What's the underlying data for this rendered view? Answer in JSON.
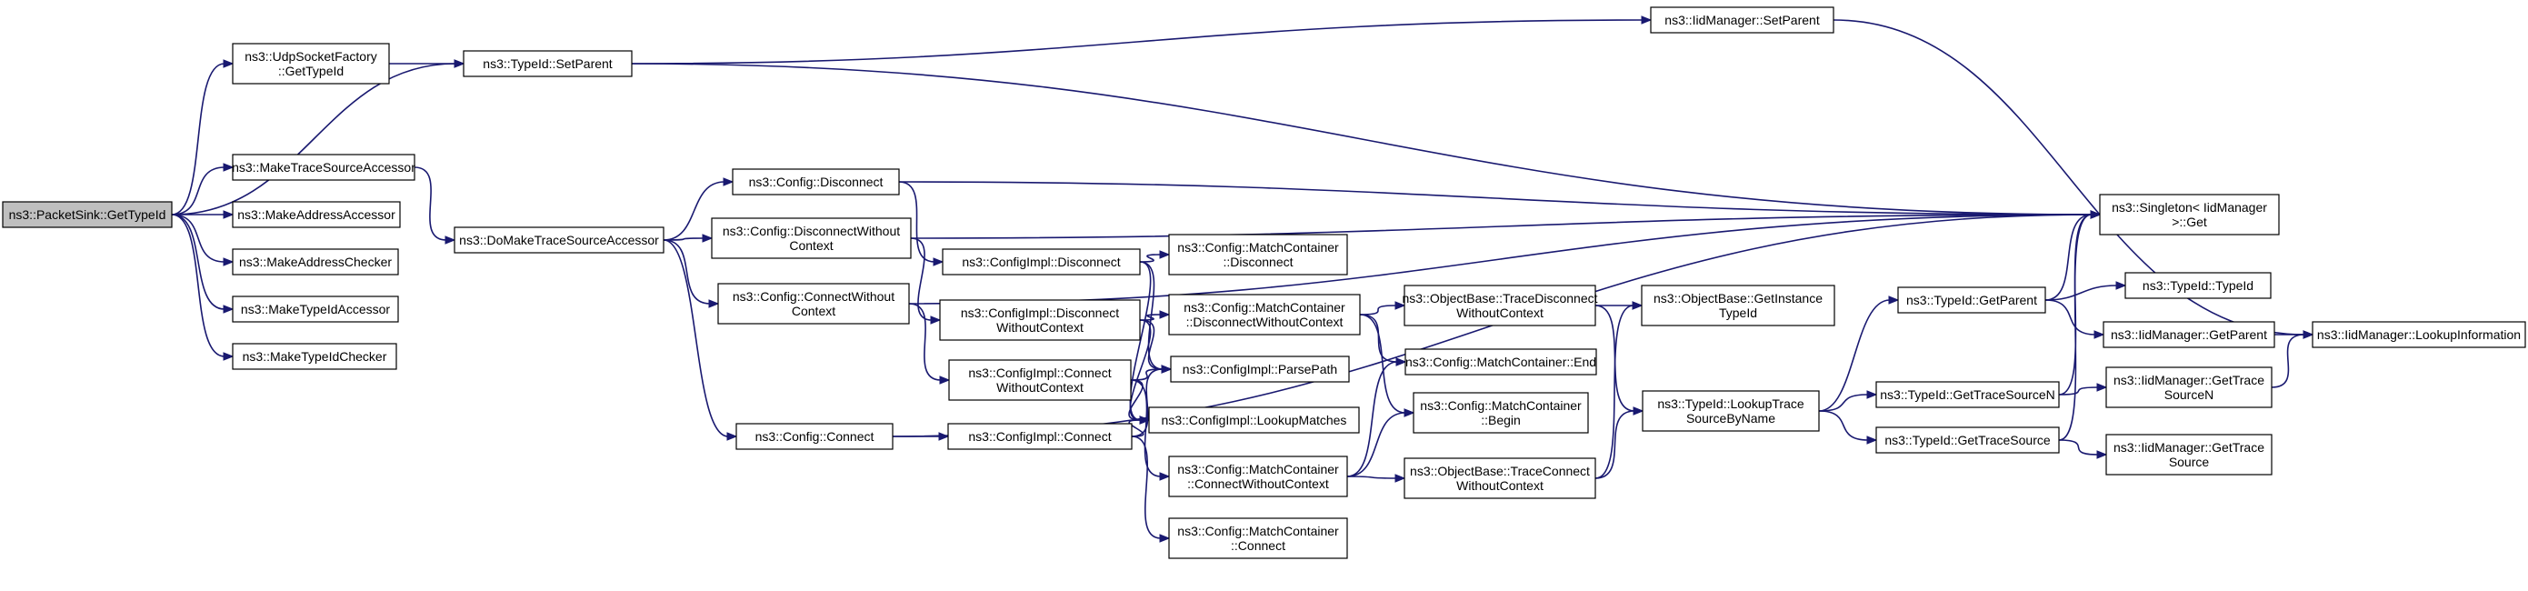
{
  "diagram": {
    "type": "call-graph",
    "nodes": [
      {
        "id": "ps_gettypeid",
        "lines": [
          "ns3::PacketSink::GetTypeId"
        ],
        "root": true
      },
      {
        "id": "udp_gettypeid",
        "lines": [
          "ns3::UdpSocketFactory",
          "::GetTypeId"
        ]
      },
      {
        "id": "make_trace",
        "lines": [
          "ns3::MakeTraceSourceAccessor"
        ]
      },
      {
        "id": "make_addr_acc",
        "lines": [
          "ns3::MakeAddressAccessor"
        ]
      },
      {
        "id": "make_addr_chk",
        "lines": [
          "ns3::MakeAddressChecker"
        ]
      },
      {
        "id": "make_tid_acc",
        "lines": [
          "ns3::MakeTypeIdAccessor"
        ]
      },
      {
        "id": "make_tid_chk",
        "lines": [
          "ns3::MakeTypeIdChecker"
        ]
      },
      {
        "id": "tid_setparent",
        "lines": [
          "ns3::TypeId::SetParent"
        ]
      },
      {
        "id": "do_make_trace",
        "lines": [
          "ns3::DoMakeTraceSourceAccessor"
        ]
      },
      {
        "id": "cfg_disconnect",
        "lines": [
          "ns3::Config::Disconnect"
        ]
      },
      {
        "id": "cfg_disc_wo",
        "lines": [
          "ns3::Config::DisconnectWithout",
          "Context"
        ]
      },
      {
        "id": "cfg_conn_wo",
        "lines": [
          "ns3::Config::ConnectWithout",
          "Context"
        ]
      },
      {
        "id": "cfg_connect",
        "lines": [
          "ns3::Config::Connect"
        ]
      },
      {
        "id": "ci_disconnect",
        "lines": [
          "ns3::ConfigImpl::Disconnect"
        ]
      },
      {
        "id": "ci_disc_wo",
        "lines": [
          "ns3::ConfigImpl::Disconnect",
          "WithoutContext"
        ]
      },
      {
        "id": "ci_conn_wo",
        "lines": [
          "ns3::ConfigImpl::Connect",
          "WithoutContext"
        ]
      },
      {
        "id": "ci_connect",
        "lines": [
          "ns3::ConfigImpl::Connect"
        ]
      },
      {
        "id": "mc_disconnect",
        "lines": [
          "ns3::Config::MatchContainer",
          "::Disconnect"
        ]
      },
      {
        "id": "mc_disc_wo",
        "lines": [
          "ns3::Config::MatchContainer",
          "::DisconnectWithoutContext"
        ]
      },
      {
        "id": "ci_parsepath",
        "lines": [
          "ns3::ConfigImpl::ParsePath"
        ]
      },
      {
        "id": "ci_lookup",
        "lines": [
          "ns3::ConfigImpl::LookupMatches"
        ]
      },
      {
        "id": "mc_conn_wo",
        "lines": [
          "ns3::Config::MatchContainer",
          "::ConnectWithoutContext"
        ]
      },
      {
        "id": "mc_connect",
        "lines": [
          "ns3::Config::MatchContainer",
          "::Connect"
        ]
      },
      {
        "id": "ob_trace_disc",
        "lines": [
          "ns3::ObjectBase::TraceDisconnect",
          "WithoutContext"
        ]
      },
      {
        "id": "mc_end",
        "lines": [
          "ns3::Config::MatchContainer::End"
        ]
      },
      {
        "id": "mc_begin",
        "lines": [
          "ns3::Config::MatchContainer",
          "::Begin"
        ]
      },
      {
        "id": "ob_trace_conn",
        "lines": [
          "ns3::ObjectBase::TraceConnect",
          "WithoutContext"
        ]
      },
      {
        "id": "iid_setparent",
        "lines": [
          "ns3::IidManager::SetParent"
        ]
      },
      {
        "id": "ob_getinst",
        "lines": [
          "ns3::ObjectBase::GetInstance",
          "TypeId"
        ]
      },
      {
        "id": "tid_lookup",
        "lines": [
          "ns3::TypeId::LookupTrace",
          "SourceByName"
        ]
      },
      {
        "id": "tid_getparent",
        "lines": [
          "ns3::TypeId::GetParent"
        ]
      },
      {
        "id": "tid_gtsn",
        "lines": [
          "ns3::TypeId::GetTraceSourceN"
        ]
      },
      {
        "id": "tid_gts",
        "lines": [
          "ns3::TypeId::GetTraceSource"
        ]
      },
      {
        "id": "singleton_get",
        "lines": [
          "ns3::Singleton< IidManager",
          " >::Get"
        ]
      },
      {
        "id": "tid_typeid",
        "lines": [
          "ns3::TypeId::TypeId"
        ]
      },
      {
        "id": "iid_getparent",
        "lines": [
          "ns3::IidManager::GetParent"
        ]
      },
      {
        "id": "iid_gtsn",
        "lines": [
          "ns3::IidManager::GetTrace",
          "SourceN"
        ]
      },
      {
        "id": "iid_gts",
        "lines": [
          "ns3::IidManager::GetTrace",
          "Source"
        ]
      },
      {
        "id": "iid_lookupinfo",
        "lines": [
          "ns3::IidManager::LookupInformation"
        ]
      }
    ],
    "edges": [
      [
        "ps_gettypeid",
        "udp_gettypeid"
      ],
      [
        "ps_gettypeid",
        "tid_setparent"
      ],
      [
        "ps_gettypeid",
        "make_trace"
      ],
      [
        "ps_gettypeid",
        "make_addr_acc"
      ],
      [
        "ps_gettypeid",
        "make_addr_chk"
      ],
      [
        "ps_gettypeid",
        "make_tid_acc"
      ],
      [
        "ps_gettypeid",
        "make_tid_chk"
      ],
      [
        "udp_gettypeid",
        "tid_setparent"
      ],
      [
        "tid_setparent",
        "iid_setparent"
      ],
      [
        "tid_setparent",
        "singleton_get"
      ],
      [
        "iid_setparent",
        "iid_lookupinfo"
      ],
      [
        "make_trace",
        "do_make_trace"
      ],
      [
        "do_make_trace",
        "cfg_disconnect"
      ],
      [
        "do_make_trace",
        "cfg_disc_wo"
      ],
      [
        "do_make_trace",
        "cfg_conn_wo"
      ],
      [
        "do_make_trace",
        "cfg_connect"
      ],
      [
        "cfg_disconnect",
        "singleton_get"
      ],
      [
        "cfg_disconnect",
        "ci_disconnect"
      ],
      [
        "cfg_disc_wo",
        "singleton_get"
      ],
      [
        "cfg_disc_wo",
        "ci_disc_wo"
      ],
      [
        "cfg_conn_wo",
        "singleton_get"
      ],
      [
        "cfg_conn_wo",
        "ci_conn_wo"
      ],
      [
        "cfg_connect",
        "ci_connect"
      ],
      [
        "cfg_connect",
        "singleton_get"
      ],
      [
        "ci_disconnect",
        "mc_disconnect"
      ],
      [
        "ci_disconnect",
        "ci_parsepath"
      ],
      [
        "ci_disconnect",
        "ci_lookup"
      ],
      [
        "ci_disc_wo",
        "mc_disc_wo"
      ],
      [
        "ci_disc_wo",
        "ci_parsepath"
      ],
      [
        "ci_disc_wo",
        "ci_lookup"
      ],
      [
        "ci_conn_wo",
        "ci_parsepath"
      ],
      [
        "ci_conn_wo",
        "ci_lookup"
      ],
      [
        "ci_conn_wo",
        "mc_conn_wo"
      ],
      [
        "ci_connect",
        "ci_parsepath"
      ],
      [
        "ci_connect",
        "ci_lookup"
      ],
      [
        "ci_connect",
        "mc_connect"
      ],
      [
        "mc_disc_wo",
        "ob_trace_disc"
      ],
      [
        "mc_disc_wo",
        "mc_end"
      ],
      [
        "mc_disc_wo",
        "mc_begin"
      ],
      [
        "mc_conn_wo",
        "mc_end"
      ],
      [
        "mc_conn_wo",
        "mc_begin"
      ],
      [
        "mc_conn_wo",
        "ob_trace_conn"
      ],
      [
        "ob_trace_disc",
        "ob_getinst"
      ],
      [
        "ob_trace_disc",
        "tid_lookup"
      ],
      [
        "ob_trace_conn",
        "ob_getinst"
      ],
      [
        "ob_trace_conn",
        "tid_lookup"
      ],
      [
        "tid_lookup",
        "tid_getparent"
      ],
      [
        "tid_lookup",
        "tid_gtsn"
      ],
      [
        "tid_lookup",
        "tid_gts"
      ],
      [
        "tid_getparent",
        "singleton_get"
      ],
      [
        "tid_getparent",
        "tid_typeid"
      ],
      [
        "tid_getparent",
        "iid_getparent"
      ],
      [
        "tid_gtsn",
        "singleton_get"
      ],
      [
        "tid_gtsn",
        "iid_gtsn"
      ],
      [
        "tid_gts",
        "singleton_get"
      ],
      [
        "tid_gts",
        "iid_gts"
      ],
      [
        "iid_getparent",
        "iid_lookupinfo"
      ],
      [
        "iid_gtsn",
        "iid_lookupinfo"
      ]
    ]
  }
}
